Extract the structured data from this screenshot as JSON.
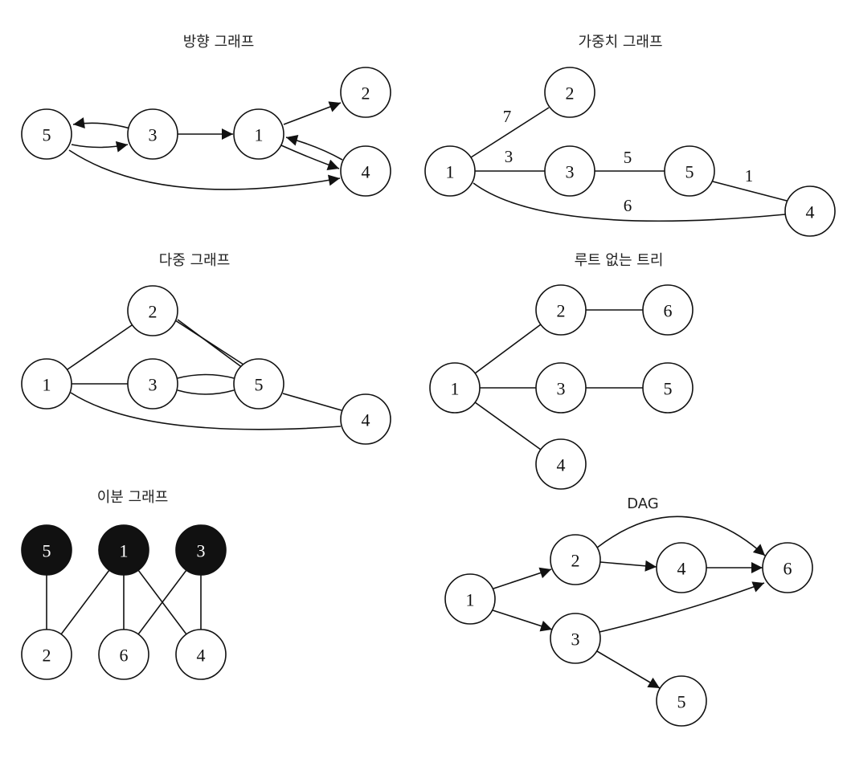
{
  "colors": {
    "stroke": "#111111",
    "node_fill": "#ffffff",
    "filled_node": "#111111",
    "filled_text": "#ffffff"
  },
  "graphs": [
    {
      "id": "directed",
      "title": "방향 그래프",
      "nodes": [
        {
          "id": "5",
          "label": "5"
        },
        {
          "id": "3",
          "label": "3"
        },
        {
          "id": "1",
          "label": "1"
        },
        {
          "id": "2",
          "label": "2"
        },
        {
          "id": "4",
          "label": "4"
        }
      ],
      "edges": [
        {
          "from": "3",
          "to": "5",
          "directed": true
        },
        {
          "from": "5",
          "to": "3",
          "directed": true
        },
        {
          "from": "3",
          "to": "1",
          "directed": true
        },
        {
          "from": "1",
          "to": "2",
          "directed": true
        },
        {
          "from": "1",
          "to": "4",
          "directed": true
        },
        {
          "from": "4",
          "to": "1",
          "directed": true
        },
        {
          "from": "5",
          "to": "4",
          "directed": true
        }
      ]
    },
    {
      "id": "weighted",
      "title": "가중치 그래프",
      "nodes": [
        {
          "id": "1",
          "label": "1"
        },
        {
          "id": "2",
          "label": "2"
        },
        {
          "id": "3",
          "label": "3"
        },
        {
          "id": "5",
          "label": "5"
        },
        {
          "id": "4",
          "label": "4"
        }
      ],
      "edges": [
        {
          "from": "1",
          "to": "2",
          "weight": "7"
        },
        {
          "from": "1",
          "to": "3",
          "weight": "3"
        },
        {
          "from": "3",
          "to": "5",
          "weight": "5"
        },
        {
          "from": "5",
          "to": "4",
          "weight": "1"
        },
        {
          "from": "1",
          "to": "4",
          "weight": "6"
        }
      ]
    },
    {
      "id": "multigraph",
      "title": "다중 그래프",
      "nodes": [
        {
          "id": "1",
          "label": "1"
        },
        {
          "id": "2",
          "label": "2"
        },
        {
          "id": "3",
          "label": "3"
        },
        {
          "id": "5",
          "label": "5"
        },
        {
          "id": "4",
          "label": "4"
        }
      ],
      "edges": [
        {
          "from": "1",
          "to": "2"
        },
        {
          "from": "1",
          "to": "3"
        },
        {
          "from": "2",
          "to": "5"
        },
        {
          "from": "2",
          "to": "5"
        },
        {
          "from": "3",
          "to": "5"
        },
        {
          "from": "3",
          "to": "5"
        },
        {
          "from": "5",
          "to": "4"
        },
        {
          "from": "1",
          "to": "4"
        }
      ]
    },
    {
      "id": "unrooted-tree",
      "title": "루트 없는 트리",
      "nodes": [
        {
          "id": "1",
          "label": "1"
        },
        {
          "id": "2",
          "label": "2"
        },
        {
          "id": "3",
          "label": "3"
        },
        {
          "id": "4",
          "label": "4"
        },
        {
          "id": "6",
          "label": "6"
        },
        {
          "id": "5",
          "label": "5"
        }
      ],
      "edges": [
        {
          "from": "1",
          "to": "2"
        },
        {
          "from": "1",
          "to": "3"
        },
        {
          "from": "1",
          "to": "4"
        },
        {
          "from": "2",
          "to": "6"
        },
        {
          "from": "3",
          "to": "5"
        }
      ]
    },
    {
      "id": "bipartite",
      "title": "이분 그래프",
      "nodes": [
        {
          "id": "5",
          "label": "5",
          "filled": true
        },
        {
          "id": "1",
          "label": "1",
          "filled": true
        },
        {
          "id": "3",
          "label": "3",
          "filled": true
        },
        {
          "id": "2",
          "label": "2"
        },
        {
          "id": "6",
          "label": "6"
        },
        {
          "id": "4",
          "label": "4"
        }
      ],
      "edges": [
        {
          "from": "5",
          "to": "2"
        },
        {
          "from": "1",
          "to": "2"
        },
        {
          "from": "1",
          "to": "6"
        },
        {
          "from": "1",
          "to": "4"
        },
        {
          "from": "3",
          "to": "6"
        },
        {
          "from": "3",
          "to": "4"
        }
      ]
    },
    {
      "id": "dag",
      "title": "DAG",
      "nodes": [
        {
          "id": "1",
          "label": "1"
        },
        {
          "id": "2",
          "label": "2"
        },
        {
          "id": "4",
          "label": "4"
        },
        {
          "id": "6",
          "label": "6"
        },
        {
          "id": "3",
          "label": "3"
        },
        {
          "id": "5",
          "label": "5"
        }
      ],
      "edges": [
        {
          "from": "1",
          "to": "2",
          "directed": true
        },
        {
          "from": "1",
          "to": "3",
          "directed": true
        },
        {
          "from": "2",
          "to": "4",
          "directed": true
        },
        {
          "from": "2",
          "to": "6",
          "directed": true
        },
        {
          "from": "4",
          "to": "6",
          "directed": true
        },
        {
          "from": "3",
          "to": "6",
          "directed": true
        },
        {
          "from": "3",
          "to": "5",
          "directed": true
        }
      ]
    }
  ]
}
